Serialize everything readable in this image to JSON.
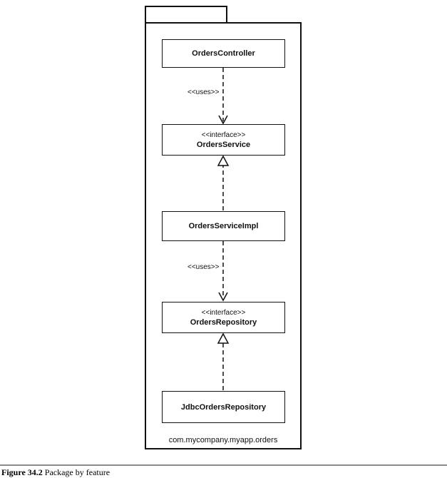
{
  "diagram": {
    "package_name": "com.mycompany.myapp.orders",
    "classes": [
      {
        "name": "OrdersController",
        "stereotype": ""
      },
      {
        "name": "OrdersService",
        "stereotype": "<<interface>>"
      },
      {
        "name": "OrdersServiceImpl",
        "stereotype": ""
      },
      {
        "name": "OrdersRepository",
        "stereotype": "<<interface>>"
      },
      {
        "name": "JdbcOrdersRepository",
        "stereotype": ""
      }
    ],
    "relations": [
      {
        "from": "OrdersController",
        "to": "OrdersService",
        "kind": "dependency",
        "label": "<<uses>>"
      },
      {
        "from": "OrdersServiceImpl",
        "to": "OrdersService",
        "kind": "realization",
        "label": ""
      },
      {
        "from": "OrdersServiceImpl",
        "to": "OrdersRepository",
        "kind": "dependency",
        "label": "<<uses>>"
      },
      {
        "from": "JdbcOrdersRepository",
        "to": "OrdersRepository",
        "kind": "realization",
        "label": ""
      }
    ]
  },
  "caption": {
    "number": "Figure 34.2",
    "text": "Package by feature"
  }
}
